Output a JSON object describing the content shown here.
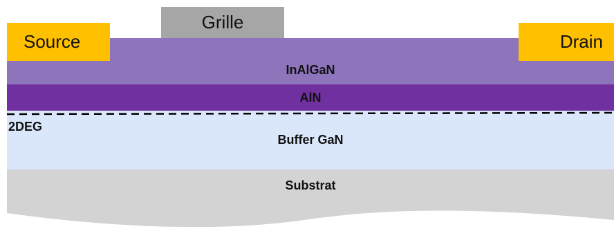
{
  "diagram": {
    "gate_label": "Grille",
    "source_label": "Source",
    "drain_label": "Drain",
    "barrier_label": "InAlGaN",
    "spacer_label": "AlN",
    "channel_label": "2DEG",
    "buffer_label": "Buffer GaN",
    "substrate_label": "Substrat"
  },
  "colors": {
    "barrier": "#8e74bb",
    "spacer": "#7030a0",
    "buffer": "#dae6fa",
    "substrate": "#d3d3d3",
    "contact": "#ffc000",
    "gate": "#a6a6a6",
    "channel_line": "#000000"
  }
}
